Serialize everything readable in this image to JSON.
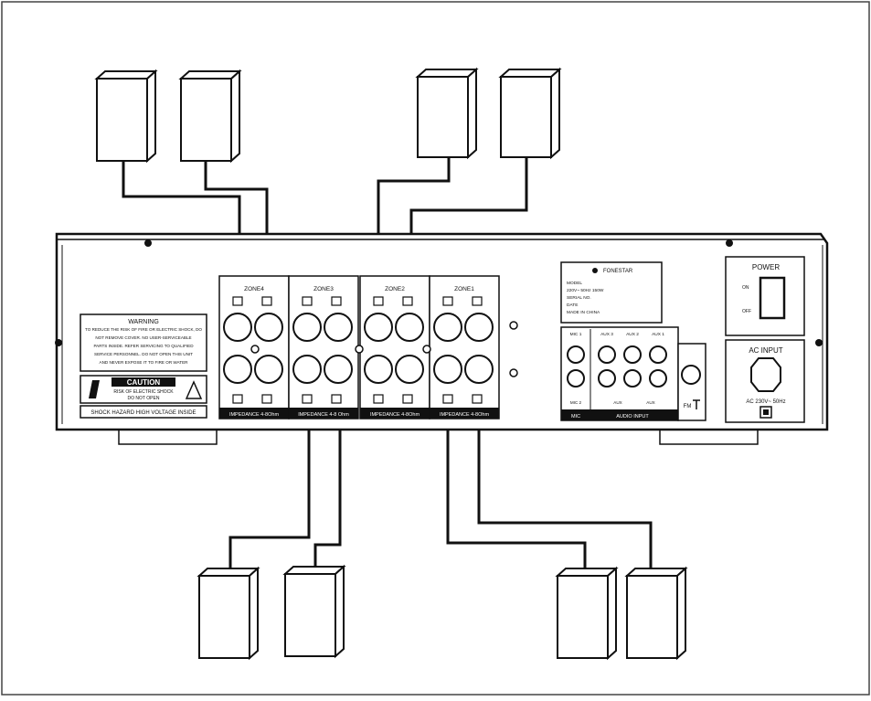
{
  "amplifier": {
    "zones": [
      {
        "label": "ZONE4",
        "impedance": "IMPEDANCE 4-8Ohm"
      },
      {
        "label": "ZONE3",
        "impedance": "IMPEDANCE 4-8 Ohm"
      },
      {
        "label": "ZONE2",
        "impedance": "IMPEDANCE 4-8Ohm"
      },
      {
        "label": "ZONE1",
        "impedance": "IMPEDANCE 4-8Ohm"
      }
    ],
    "warning": {
      "title": "WARNING",
      "lines": [
        "TO REDUCE THE RISK OF FIRE OR ELECTRIC SHOCK, DO",
        "NOT REMOVE COVER. NO USER-SERVICEABLE",
        "PARTS INSIDE. REFER SERVICING TO QUALIFIED",
        "SERVICE PERSONNEL. DO NOT OPEN THIS UNIT",
        "AND NEVER EXPOSE IT TO FIRE OR WATER"
      ],
      "caution_title": "CAUTION",
      "caution_lines": [
        "RISK OF ELECTRIC SHOCK",
        "DO NOT OPEN"
      ],
      "shock_hazard": "SHOCK HAZARD HIGH VOLTAGE INSIDE"
    },
    "audio": {
      "mic_label": "MIC 1",
      "input_labels": [
        "AUX 3",
        "AUX 2",
        "AUX 1"
      ],
      "bottom_labels": [
        "MIC 2",
        "AUX",
        "AUX"
      ],
      "group_labels": [
        "MIC",
        "AUDIO INPUT"
      ],
      "antenna_label": "FM"
    },
    "power": {
      "title": "POWER",
      "on": "ON",
      "off": "OFF"
    },
    "ac_input": {
      "title": "AC INPUT",
      "rating": "AC 230V~ 50Hz"
    },
    "rating_label": {
      "brand": "FONESTAR",
      "lines": [
        "MODEL",
        "220V~ 50Hz 150W",
        "SERIAL NO.",
        "DATE",
        "MADE IN CHINA"
      ]
    }
  }
}
